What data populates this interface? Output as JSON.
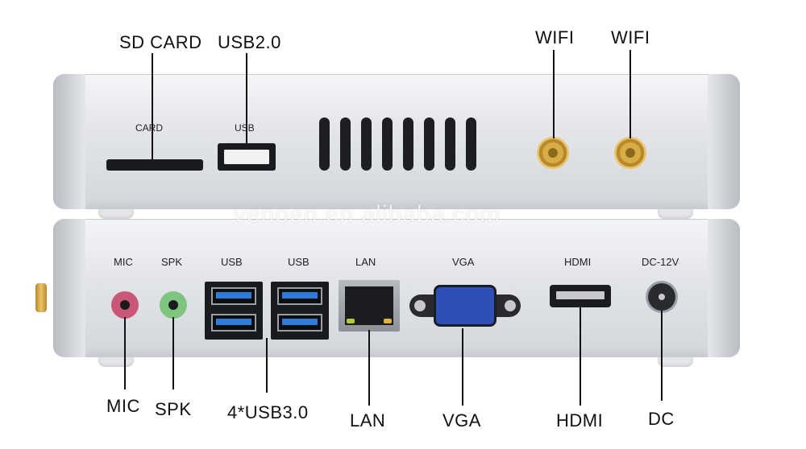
{
  "callouts": {
    "sd_card": "SD CARD",
    "usb20": "USB2.0",
    "wifi_1": "WIFI",
    "wifi_2": "WIFI",
    "mic": "MIC",
    "spk": "SPK",
    "usb30": "4*USB3.0",
    "lan": "LAN",
    "vga": "VGA",
    "hdmi": "HDMI",
    "dc": "DC"
  },
  "top_panel": {
    "card": "CARD",
    "usb": "USB"
  },
  "bottom_panel": {
    "mic": "MIC",
    "spk": "SPK",
    "usb_1": "USB",
    "usb_2": "USB",
    "lan": "LAN",
    "vga": "VGA",
    "hdmi": "HDMI",
    "dc": "DC-12V"
  },
  "watermark": "venoen.en.alibaba.com",
  "colors": {
    "mic_jack": "#c9577a",
    "spk_jack": "#7fc47f",
    "usb3_blue": "#2f7bd8",
    "vga_blue": "#2e4fb8",
    "antenna_gold": "#d9ad46"
  }
}
